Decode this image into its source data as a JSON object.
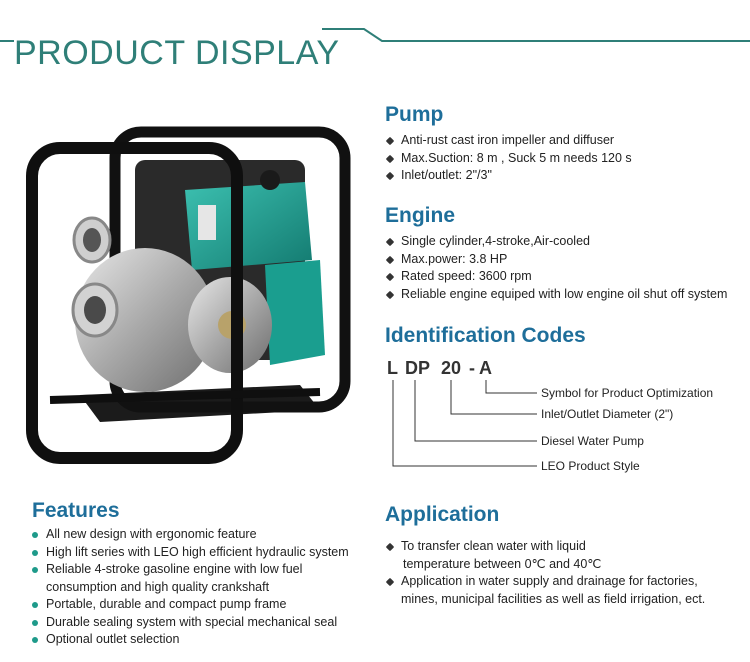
{
  "banner": {
    "title": "PRODUCT DISPLAY"
  },
  "colors": {
    "teal": "#2f7f78",
    "heading_blue": "#1e6e9a",
    "pump_green": "#1a9e8f"
  },
  "pump": {
    "title": "Pump",
    "items": [
      "Anti-rust cast iron impeller and diffuser",
      "Max.Suction: 8 m , Suck 5 m needs 120 s",
      "Inlet/outlet: 2\"/3\""
    ]
  },
  "engine": {
    "title": "Engine",
    "items": [
      "Single cylinder,4-stroke,Air-cooled",
      "Max.power: 3.8 HP",
      "Rated speed: 3600 rpm",
      "Reliable engine equiped with low engine oil shut off system"
    ]
  },
  "identification": {
    "title": "Identification Codes",
    "code": {
      "l": "L",
      "dp": "DP",
      "num": "20",
      "dash": "-",
      "a": "A"
    },
    "labels": {
      "a": "Symbol for Product Optimization",
      "num": "Inlet/Outlet Diameter (2\")",
      "dp": "Diesel Water Pump",
      "l": "LEO Product Style"
    }
  },
  "features": {
    "title": "Features",
    "items": [
      "All new design with ergonomic feature",
      "High lift series with LEO high efficient hydraulic system",
      "Reliable 4-stroke gasoline engine with low fuel consumption and high quality crankshaft",
      "Portable, durable and compact pump frame",
      "Durable sealing system with special mechanical seal",
      "Optional outlet selection"
    ]
  },
  "application": {
    "title": "Application",
    "items": [
      {
        "line1": "To transfer clean water with liquid",
        "line2": "temperature between 0℃ and 40℃"
      },
      {
        "line1": "Application in water supply and drainage for factories,",
        "line2": "mines, municipal facilities as well as field irrigation, ect."
      }
    ]
  }
}
